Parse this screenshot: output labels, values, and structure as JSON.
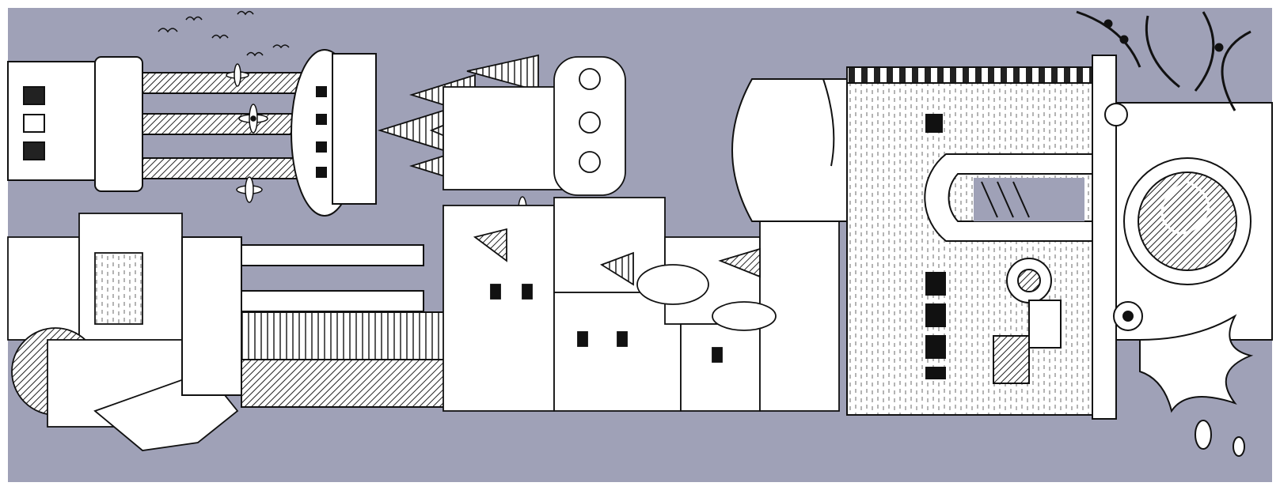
{
  "scene": {
    "style": "black-and-white pen-and-ink fantasy cityscape, rotated sideways",
    "colors": {
      "sky": "#9fa1b7",
      "frame": "#ffffff",
      "ink": "#111111",
      "paper": "#ffffff",
      "hatch": "#333333"
    },
    "elements": [
      "cannon-towers",
      "airship",
      "spired-castle",
      "fortress-wall",
      "stacked-houses",
      "tentacle-creature",
      "porthole-vortex",
      "arch-bridge",
      "water-splash",
      "birds",
      "propellers"
    ]
  }
}
